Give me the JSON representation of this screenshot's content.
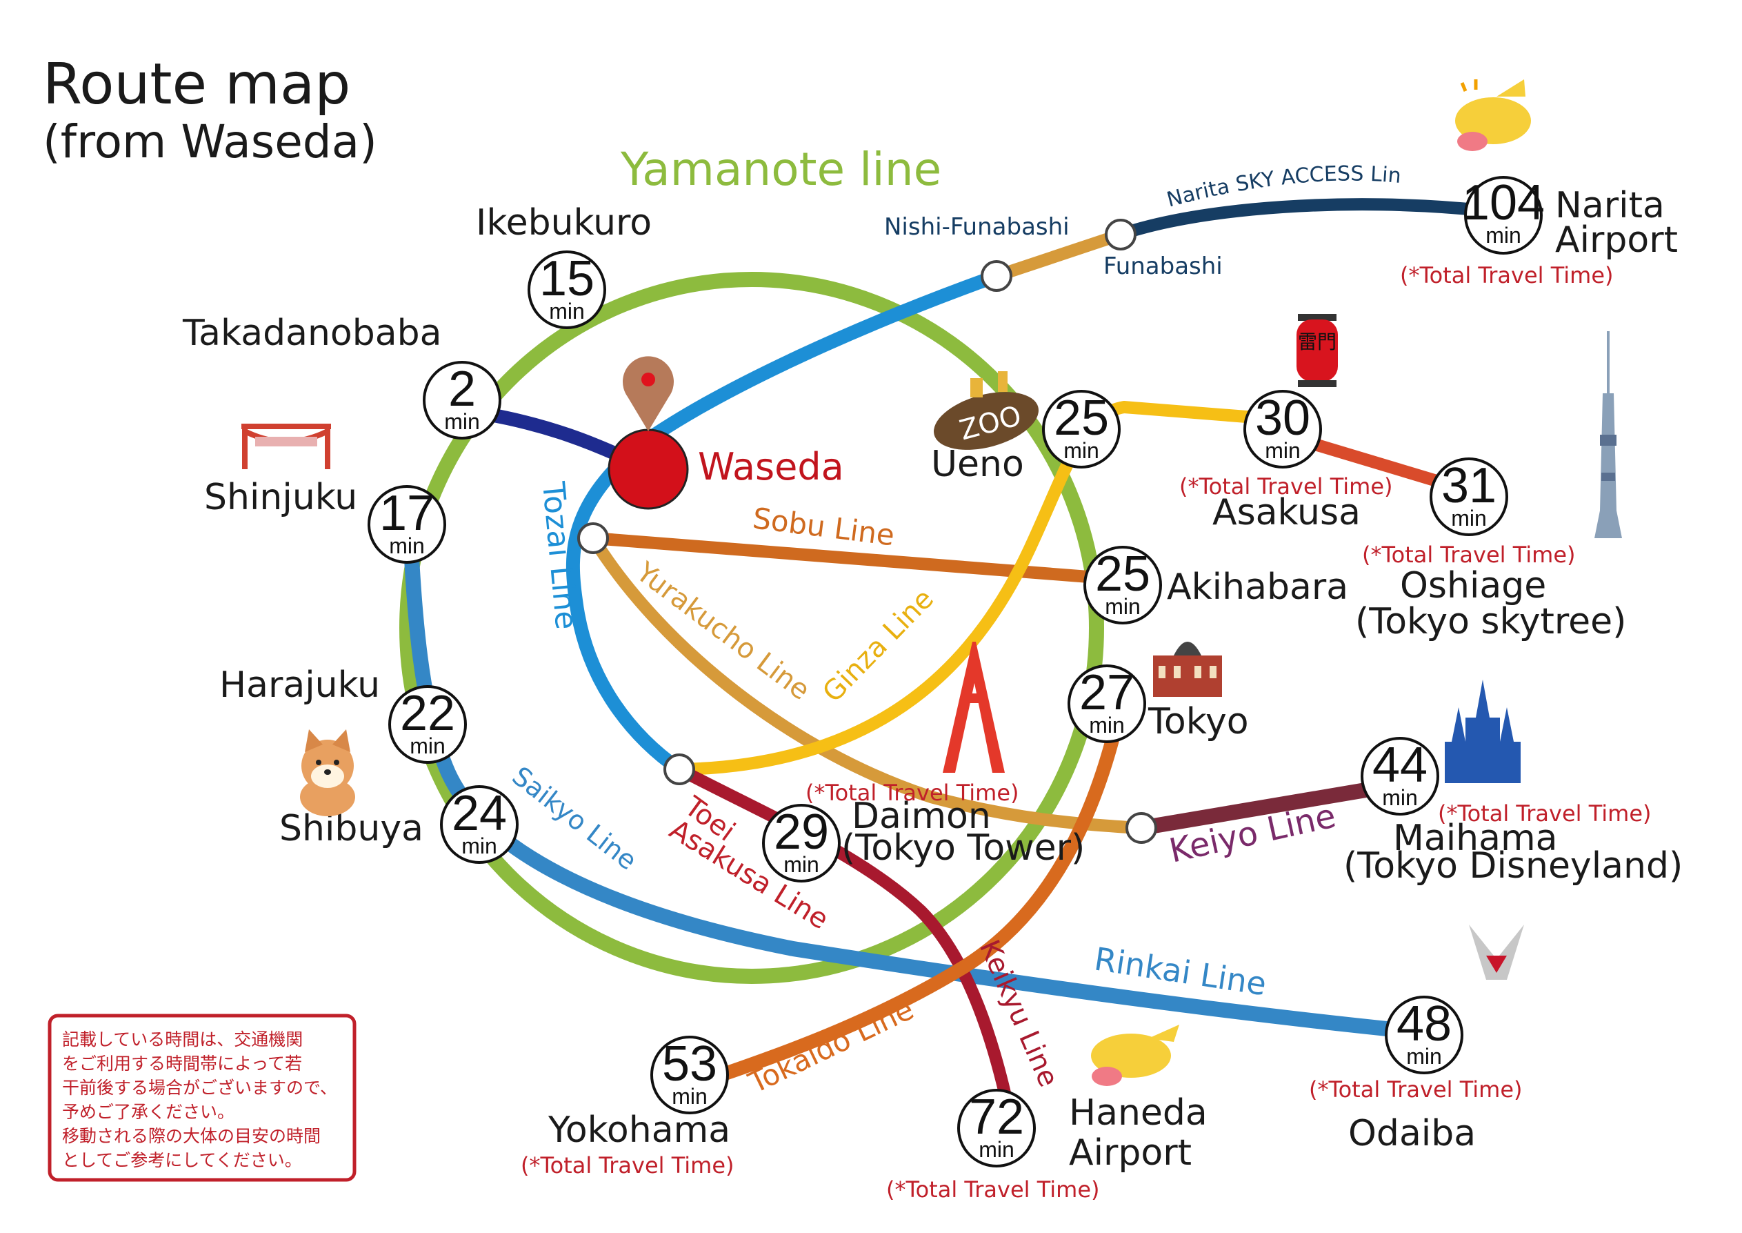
{
  "title": {
    "line1": "Route map",
    "line2": "(from Waseda)"
  },
  "origin": {
    "name": "Waseda"
  },
  "lines": {
    "yamanote": {
      "name": "Yamanote line",
      "color": "#8dbb3e"
    },
    "tozai": {
      "name": "Tozai Line",
      "color": "#1d8fd6"
    },
    "sobu": {
      "name": "Sobu Line",
      "color": "#cf6a1f"
    },
    "yurakucho": {
      "name": "Yurakucho Line",
      "color": "#d69a3a"
    },
    "ginza": {
      "name": "Ginza Line",
      "color": "#f6bf15"
    },
    "saikyo": {
      "name": "Saikyo Line",
      "color": "#3486c6"
    },
    "toei_asakusa": {
      "name1": "Toei",
      "name2": "Asakusa Line",
      "color": "#a8192e"
    },
    "keikyu": {
      "name": "Keikyu Line",
      "color": "#a8192e"
    },
    "tokaido": {
      "name": "Tokaido Line",
      "color": "#d86a1e"
    },
    "rinkai": {
      "name": "Rinkai Line",
      "color": "#3487c6"
    },
    "keiyo": {
      "name": "Keiyo Line",
      "color": "#7a2a3a"
    },
    "narita": {
      "name": "Narita SKY ACCESS Line",
      "color": "#163d63"
    },
    "tobu": {
      "color": "#d94b2b"
    },
    "nishi": {
      "color": "#d69a3a"
    },
    "takada": {
      "color": "#1e2b8f"
    }
  },
  "transfers": {
    "nishi_funabashi": "Nishi-Funabashi",
    "funabashi": "Funabashi"
  },
  "stations": {
    "ikebukuro": {
      "name": "Ikebukuro",
      "time": "15",
      "unit": "min"
    },
    "takadanobaba": {
      "name": "Takadanobaba",
      "time": "2",
      "unit": "min"
    },
    "shinjuku": {
      "name": "Shinjuku",
      "time": "17",
      "unit": "min"
    },
    "harajuku": {
      "name": "Harajuku",
      "time": "22",
      "unit": "min"
    },
    "shibuya": {
      "name": "Shibuya",
      "time": "24",
      "unit": "min"
    },
    "ueno": {
      "name": "Ueno",
      "time": "25",
      "unit": "min"
    },
    "akihabara": {
      "name": "Akihabara",
      "time": "25",
      "unit": "min"
    },
    "tokyo": {
      "name": "Tokyo",
      "time": "27",
      "unit": "min"
    },
    "daimon": {
      "name1": "Daimon",
      "name2": "(Tokyo Tower)",
      "time": "29",
      "unit": "min",
      "note": "(*Total Travel Time)"
    },
    "asakusa": {
      "name": "Asakusa",
      "time": "30",
      "unit": "min",
      "note": "(*Total Travel Time)"
    },
    "oshiage": {
      "name1": "Oshiage",
      "name2": "(Tokyo skytree)",
      "time": "31",
      "unit": "min",
      "note": "(*Total Travel Time)"
    },
    "maihama": {
      "name1": "Maihama",
      "name2": "(Tokyo Disneyland)",
      "time": "44",
      "unit": "min",
      "note": "(*Total Travel Time)"
    },
    "odaiba": {
      "name": "Odaiba",
      "time": "48",
      "unit": "min",
      "note": "(*Total Travel Time)"
    },
    "yokohama": {
      "name": "Yokohama",
      "time": "53",
      "unit": "min",
      "note": "(*Total Travel Time)"
    },
    "haneda": {
      "name1": "Haneda",
      "name2": "Airport",
      "time": "72",
      "unit": "min",
      "note": "(*Total Travel Time)"
    },
    "narita": {
      "name1": "Narita",
      "name2": "Airport",
      "time": "104",
      "unit": "min",
      "note": "(*Total Travel Time)"
    }
  },
  "icons": {
    "zoo": "ZOO",
    "kaminarimon": "雷門"
  },
  "notice": {
    "lines": [
      "記載している時間は、交通機関",
      "をご利用する時間帯によって若",
      "干前後する場合がございますので、",
      "予めご了承ください。",
      "移動される際の大体の目安の時間",
      "としてご参考にしてください。"
    ]
  }
}
